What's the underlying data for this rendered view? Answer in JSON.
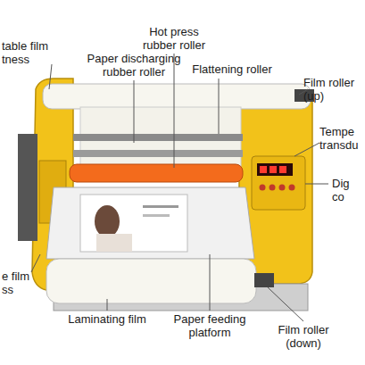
{
  "diagram": {
    "labels": [
      "table film tness",
      "Paper discharging rubber roller",
      "Hot press rubber roller",
      "Flattening roller",
      "Film roller (up)",
      "Tempe transdu",
      "Dig co",
      "e film ss",
      "Laminating film",
      "Paper feeding platform",
      "Film roller (down)"
    ]
  }
}
